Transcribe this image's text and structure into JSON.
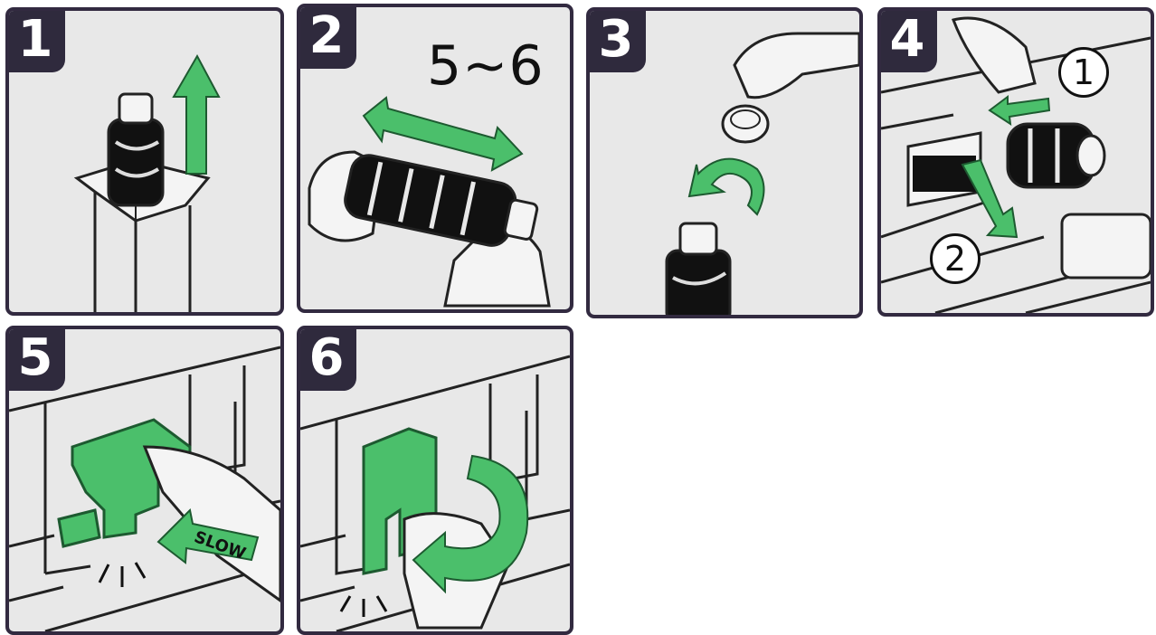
{
  "colors": {
    "frame": "#322a40",
    "badge": "#2f2a3d",
    "panel_bg": "#e8e8e8",
    "arrow_green": "#4bbf6b",
    "ink": "#111111"
  },
  "steps": [
    {
      "number": "1",
      "icon": "arrow-up-icon"
    },
    {
      "number": "2",
      "label": "5~6",
      "icon": "double-arrow-icon"
    },
    {
      "number": "3",
      "icon": "rotate-arrow-icon"
    },
    {
      "number": "4",
      "callouts": [
        "1",
        "2"
      ],
      "icon": "insert-arrow-icon"
    },
    {
      "number": "5",
      "slow_label": "SLOW",
      "icon": "push-arrow-icon"
    },
    {
      "number": "6",
      "icon": "curved-arrow-icon"
    }
  ]
}
